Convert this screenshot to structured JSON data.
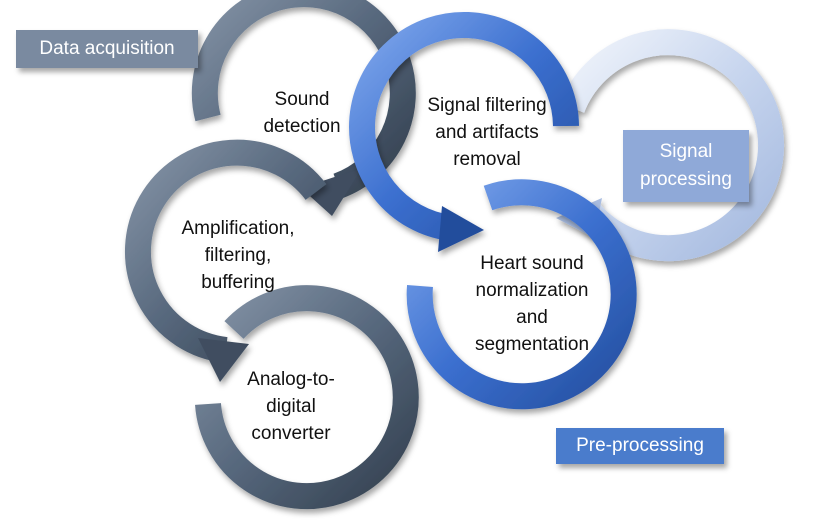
{
  "stages": [
    {
      "id": "sound-detection",
      "label": "Sound\ndetection"
    },
    {
      "id": "amplification",
      "label": "Amplification,\nfiltering,\nbuffering"
    },
    {
      "id": "adc",
      "label": "Analog-to-\ndigital\nconverter"
    },
    {
      "id": "signal-filtering",
      "label": "Signal filtering\nand artifacts\nremoval"
    },
    {
      "id": "normalization",
      "label": "Heart sound\nnormalization\nand\nsegmentation"
    }
  ],
  "groups": {
    "data_acquisition": "Data acquisition",
    "signal_processing": "Signal\nprocessing",
    "pre_processing": "Pre-processing"
  },
  "colors": {
    "acquisition_ring": "#5a6b80",
    "preprocessing_ring": "#3f72c9",
    "signal_ring": "#c3d1ea",
    "acquisition_tag": "#7a8aa0",
    "preprocessing_tag": "#4a7ccc",
    "signal_tag": "#8fa9d8"
  }
}
